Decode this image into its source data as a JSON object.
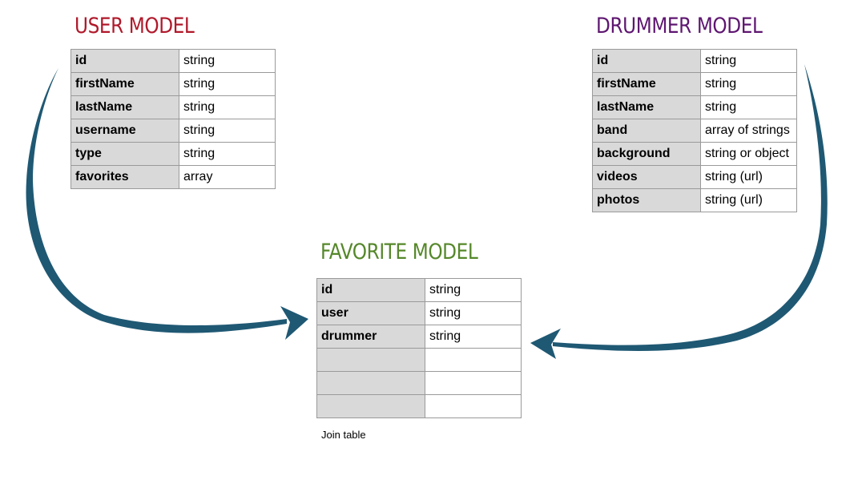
{
  "colors": {
    "user": "#b0192b",
    "drummer": "#5e1670",
    "favorite": "#55872a",
    "arrow": "#1f5873"
  },
  "user_model": {
    "title": "USER MODEL",
    "rows": [
      {
        "field": "id",
        "type": "string"
      },
      {
        "field": "firstName",
        "type": "string"
      },
      {
        "field": "lastName",
        "type": "string"
      },
      {
        "field": "username",
        "type": "string"
      },
      {
        "field": "type",
        "type": "string"
      },
      {
        "field": "favorites",
        "type": "array"
      }
    ]
  },
  "drummer_model": {
    "title": "DRUMMER MODEL",
    "rows": [
      {
        "field": "id",
        "type": "string"
      },
      {
        "field": "firstName",
        "type": "string"
      },
      {
        "field": "lastName",
        "type": "string"
      },
      {
        "field": "band",
        "type": "array of strings"
      },
      {
        "field": "background",
        "type": "string or object"
      },
      {
        "field": "videos",
        "type": "string (url)"
      },
      {
        "field": "photos",
        "type": "string (url)"
      }
    ]
  },
  "favorite_model": {
    "title": "FAVORITE MODEL",
    "rows": [
      {
        "field": "id",
        "type": "string"
      },
      {
        "field": "user",
        "type": "string"
      },
      {
        "field": "drummer",
        "type": "string"
      },
      {
        "field": "",
        "type": ""
      },
      {
        "field": "",
        "type": ""
      },
      {
        "field": "",
        "type": ""
      }
    ],
    "note": "Join table"
  }
}
